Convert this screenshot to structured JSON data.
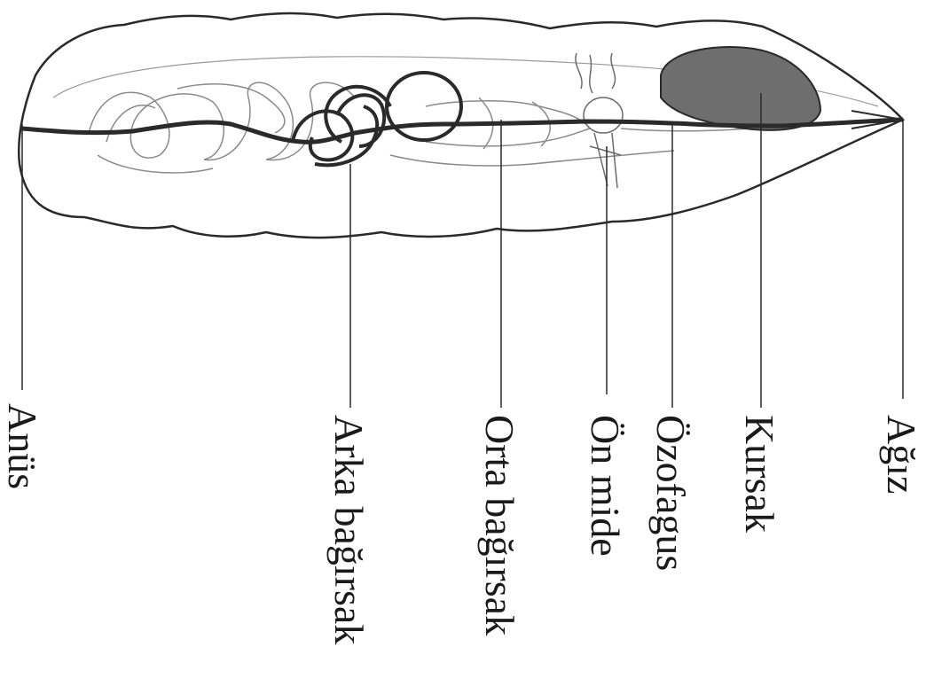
{
  "labels": {
    "anus": "Anüs",
    "hindgut": "Arka bağırsak",
    "midgut": "Orta bağırsak",
    "foregut": "Ön mide",
    "esophagus": "Özofagus",
    "crop": "Kursak",
    "mouth": "Ağız"
  },
  "colors": {
    "stroke": "#2a2a2a",
    "crop_fill": "#6e6e6e",
    "background": "#ffffff"
  }
}
